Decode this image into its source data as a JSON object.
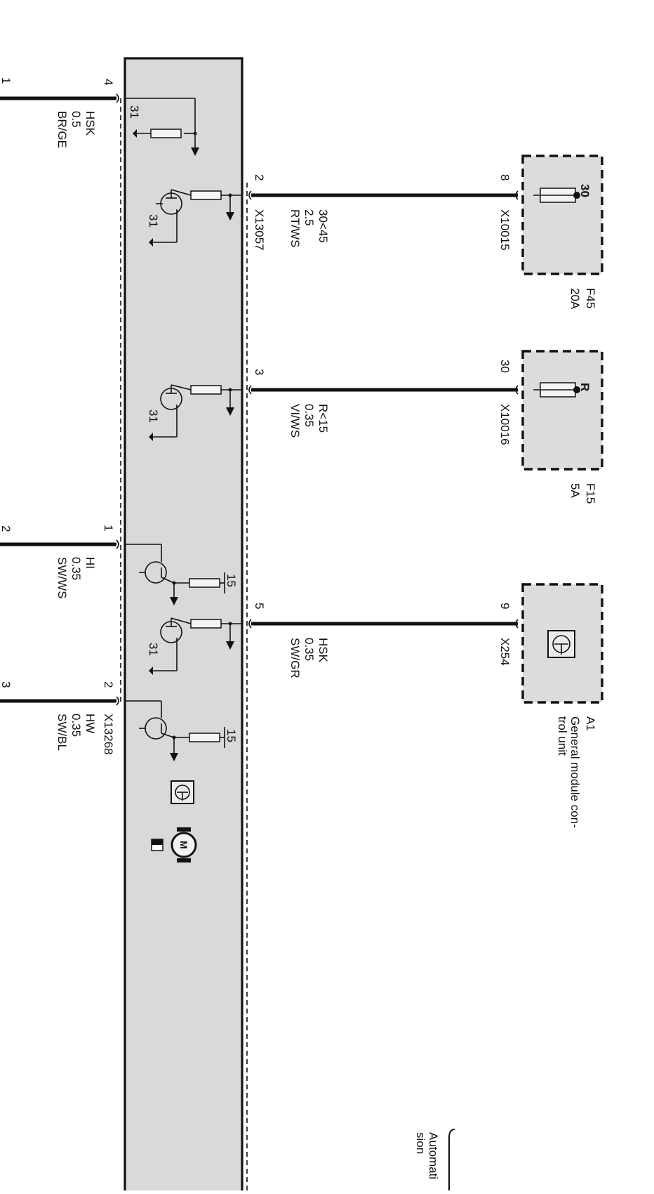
{
  "module": {
    "pins": [
      {
        "id": "4",
        "wire_label": [
          "HSK",
          "0.5",
          "BR/GE"
        ],
        "ground_label": "31"
      },
      {
        "id": "2",
        "wire_label": [
          "30<45",
          "2.5",
          "RT/WS"
        ],
        "connector": "X13057",
        "ground_label": "31"
      },
      {
        "id": "3",
        "wire_label": [
          "R<15",
          "0.35",
          "VI/WS"
        ],
        "ground_label": "31"
      },
      {
        "id": "1",
        "wire_label": [
          "HI",
          "0.35",
          "SW/WS"
        ],
        "supply_label": "15"
      },
      {
        "id": "5",
        "wire_label": [
          "HSK",
          "0.35",
          "SW/GR"
        ],
        "ground_label": "31"
      },
      {
        "id": "2",
        "wire_label": [
          "HW",
          "0.35",
          "SW/BL"
        ],
        "connector": "X13268",
        "supply_label": "15"
      }
    ],
    "left_stubs": [
      "1",
      "2",
      "3"
    ],
    "motor_label": "M"
  },
  "fuses": [
    {
      "name": "F45",
      "rating": "20A",
      "pin": "8",
      "connector": "X10015",
      "terminal": "30"
    },
    {
      "name": "F15",
      "rating": "5A",
      "pin": "30",
      "connector": "X10016",
      "terminal": "R"
    }
  ],
  "gm": {
    "name": "A1",
    "desc": [
      "General module con-",
      "trol unit"
    ],
    "pin": "9",
    "connector": "X254"
  },
  "footer_note": [
    "Automati",
    "sion"
  ],
  "colors": {
    "module_fill": "#d9d9d9",
    "box_fill": "#dcdcdc",
    "line": "#111111"
  }
}
